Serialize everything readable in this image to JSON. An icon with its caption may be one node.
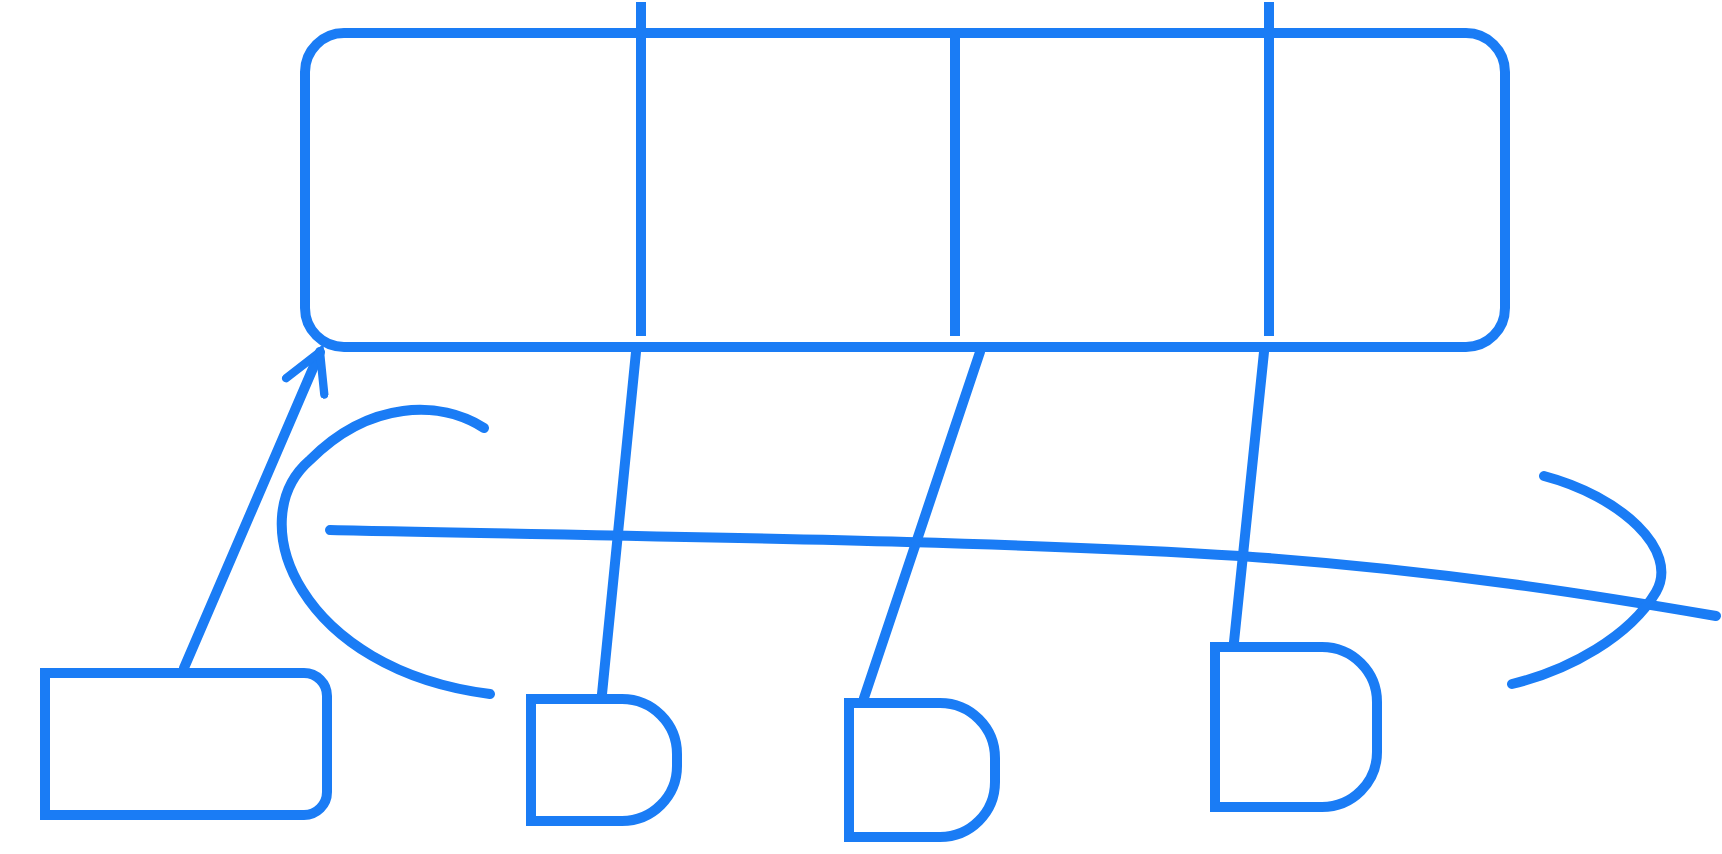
{
  "diagram": {
    "nodes": [
      {
        "text": [],
        "shape": "box"
      },
      {
        "text": [],
        "shape": "box"
      },
      {
        "text": [],
        "shape": "box"
      },
      {
        "text": [],
        "shape": "box"
      },
      {
        "text": [],
        "shape": "box"
      }
    ],
    "edges": [
      {
        "from": 1,
        "to": 0,
        "arrow": "to"
      },
      {
        "from": 2,
        "to": 0,
        "arrow": "none"
      },
      {
        "from": 3,
        "to": 0,
        "arrow": "none"
      },
      {
        "from": 4,
        "to": 0,
        "arrow": "none"
      }
    ]
  }
}
